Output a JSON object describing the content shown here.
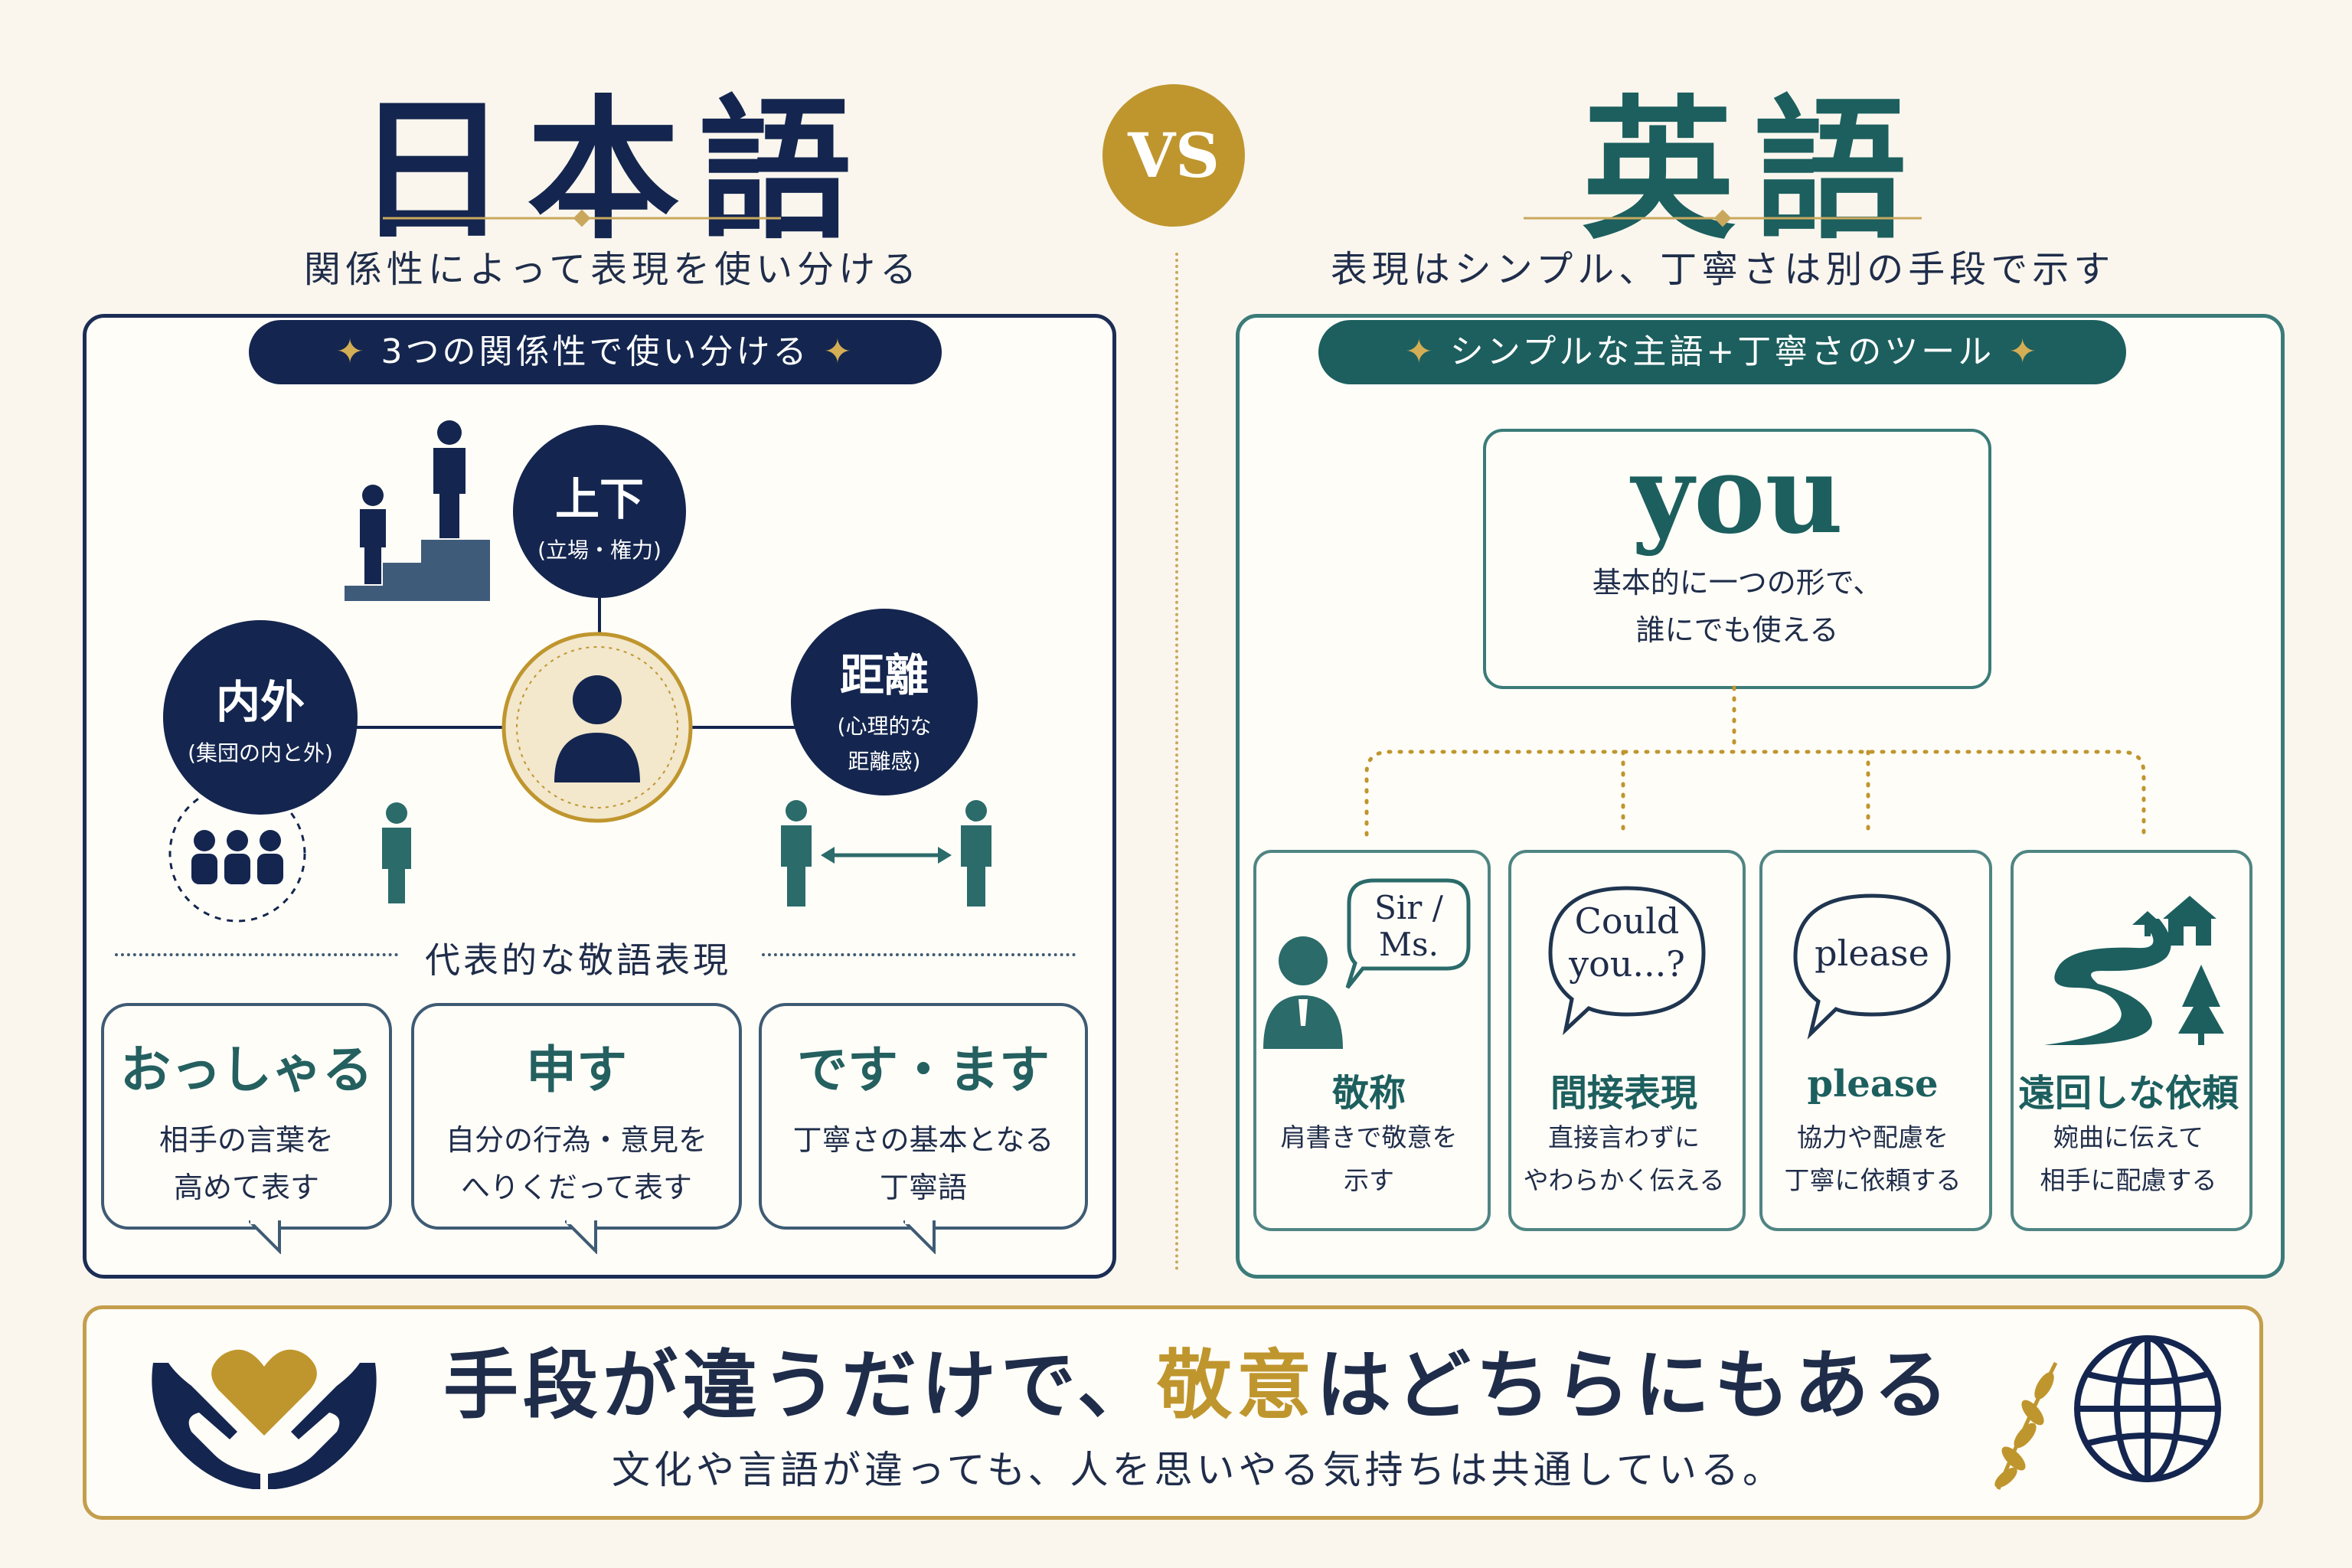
{
  "left": {
    "title": "日本語",
    "subtitle": "関係性によって表現を使い分ける",
    "pill": "3つの関係性で使い分ける",
    "relations": [
      {
        "main": "上下",
        "sub": "(立場・権力)"
      },
      {
        "main": "内外",
        "sub": "(集団の内と外)"
      },
      {
        "main": "距離",
        "sub": "(心理的な",
        "sub2": "距離感)"
      }
    ],
    "honorific_heading": "代表的な敬語表現",
    "honorifics": [
      {
        "word": "おっしゃる",
        "line1": "相手の言葉を",
        "line2": "高めて表す"
      },
      {
        "word": "申す",
        "line1": "自分の行為・意見を",
        "line2": "へりくだって表す"
      },
      {
        "word": "です・ます",
        "line1": "丁寧さの基本となる",
        "line2": "丁寧語"
      }
    ]
  },
  "vs": "VS",
  "right": {
    "title": "英語",
    "subtitle": "表現はシンプル、丁寧さは別の手段で示す",
    "pill": "シンプルな主語+丁寧さのツール",
    "you_word": "you",
    "you_line1": "基本的に一つの形で、",
    "you_line2": "誰にでも使える",
    "tools": [
      {
        "bubble1": "Sir /",
        "bubble2": "Ms.",
        "head": "敬称",
        "line1": "肩書きで敬意を",
        "line2": "示す"
      },
      {
        "bubble1": "Could",
        "bubble2": "you...?",
        "head": "間接表現",
        "line1": "直接言わずに",
        "line2": "やわらかく伝える"
      },
      {
        "bubble1": "please",
        "head": "please",
        "line1": "協力や配慮を",
        "line2": "丁寧に依頼する"
      },
      {
        "head": "遠回しな依頼",
        "line1": "婉曲に伝えて",
        "line2": "相手に配慮する"
      }
    ]
  },
  "bottom": {
    "msg_before": "手段が違うだけで、",
    "msg_gold": "敬意",
    "msg_after": "はどちらにもある",
    "sub": "文化や言語が違っても、人を思いやる気持ちは共通している。"
  },
  "colors": {
    "navy": "#14264f",
    "teal": "#1c5f5e",
    "gold": "#bf962e",
    "background": "#faf6ee"
  }
}
